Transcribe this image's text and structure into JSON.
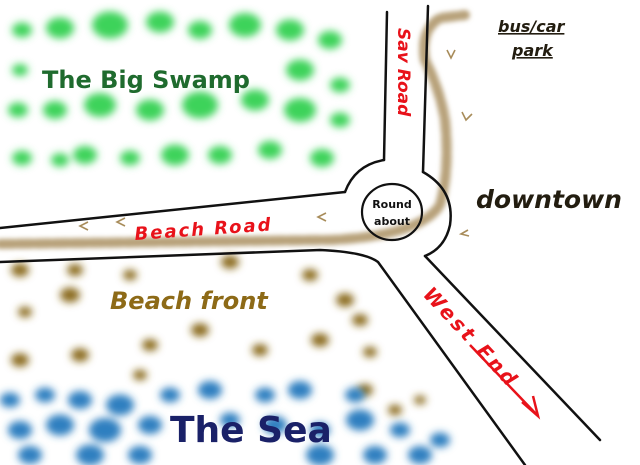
{
  "areas": {
    "swamp": "The Big Swamp",
    "beach_front": "Beach front",
    "sea": "The Sea",
    "downtown": "downtown",
    "parking": [
      "bus/car",
      "park"
    ]
  },
  "roads": {
    "sav_road": "Sav Road",
    "beach_road": "Beach Road",
    "west_end": "West End",
    "roundabout": [
      "Round",
      "about"
    ]
  },
  "colors": {
    "swamp": "#3dd35a",
    "beach": "#8a6a1c",
    "sea": "#2f7fc0",
    "path": "#b8a27a",
    "road_label": "#e8121a",
    "swamp_label": "#1f6b2e",
    "beach_label": "#8d6a17",
    "sea_label": "#1a2168",
    "dark_label": "#231d10"
  }
}
